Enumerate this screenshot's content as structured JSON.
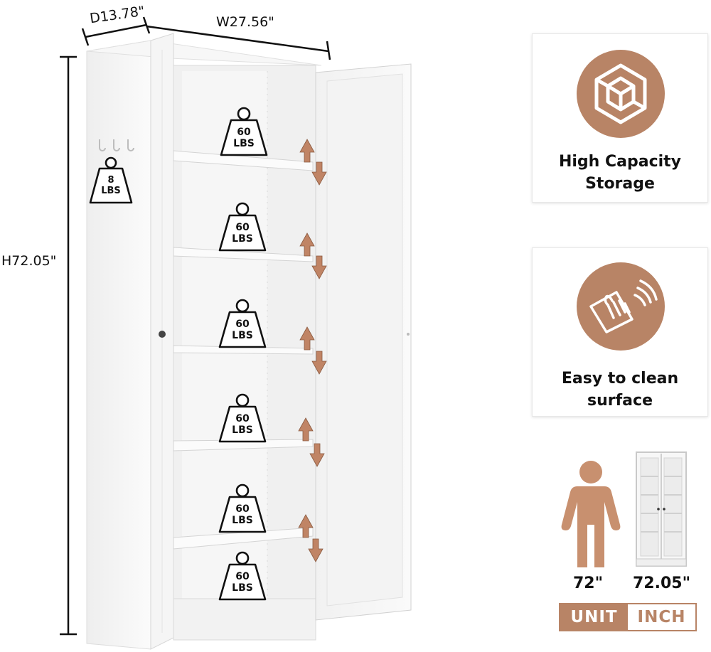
{
  "dimensions": {
    "depth": "D13.78\"",
    "width": "W27.56\"",
    "height": "H72.05\""
  },
  "weights": {
    "side_panel": {
      "value": "8",
      "unit": "LBS"
    },
    "shelves": [
      {
        "value": "60",
        "unit": "LBS"
      },
      {
        "value": "60",
        "unit": "LBS"
      },
      {
        "value": "60",
        "unit": "LBS"
      },
      {
        "value": "60",
        "unit": "LBS"
      },
      {
        "value": "60",
        "unit": "LBS"
      },
      {
        "value": "60",
        "unit": "LBS"
      }
    ]
  },
  "features": [
    {
      "label": "High Capacity\nStorage",
      "icon": "cube-icon"
    },
    {
      "label": "Easy to clean\nsurface",
      "icon": "wiping-hand-icon"
    }
  ],
  "comparison": {
    "person_height": "72\"",
    "cabinet_height": "72.05\"",
    "unit_label": "UNIT",
    "unit_value": "INCH"
  },
  "colors": {
    "accent": "#b88466",
    "cabinet": "#f4f4f4",
    "text": "#111111"
  }
}
